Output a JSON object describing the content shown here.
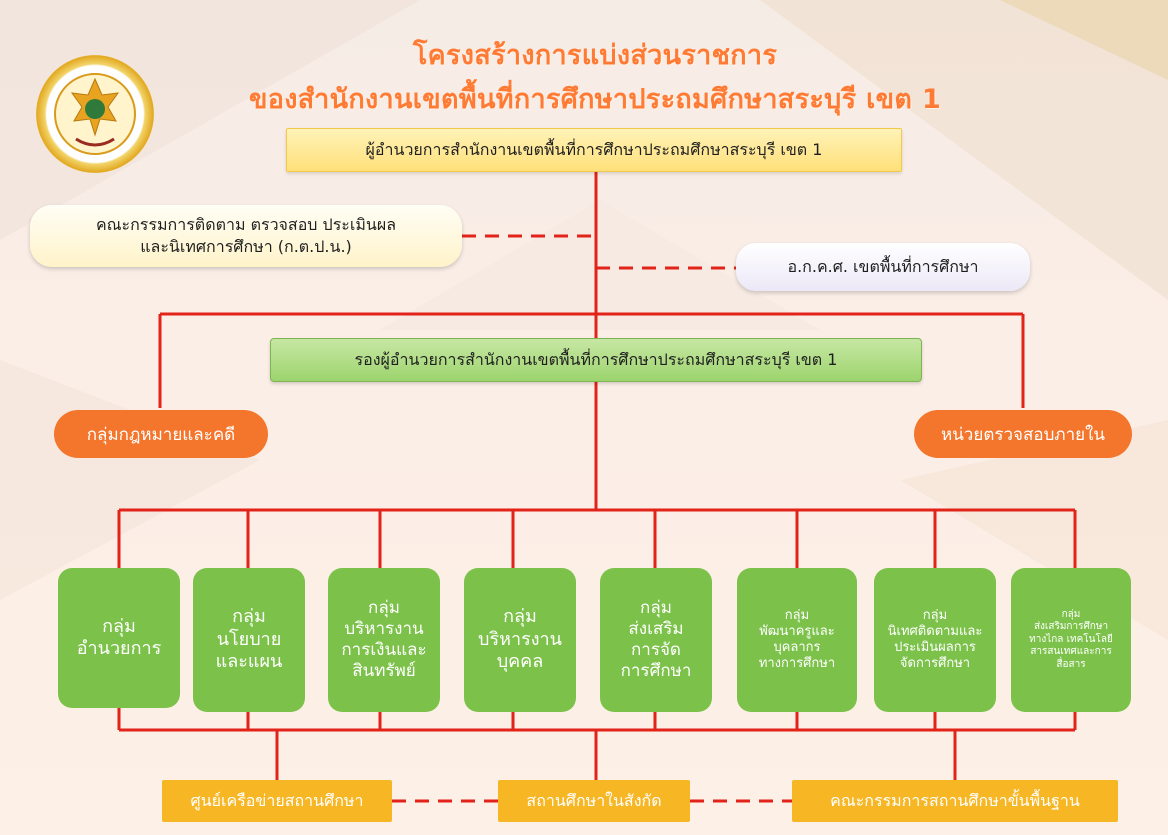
{
  "title": {
    "line1": "โครงสร้างการแบ่งส่วนราชการ",
    "line2": "ของสำนักงานเขตพื้นที่การศึกษาประถมศึกษาสระบุรี เขต 1"
  },
  "director": "ผู้อำนวยการสำนักงานเขตพื้นที่การศึกษาประถมศึกษาสระบุรี เขต 1",
  "committee": {
    "line1": "คณะกรรมการติดตาม ตรวจสอบ ประเมินผล",
    "line2": "และนิเทศการศึกษา (ก.ต.ป.น.)"
  },
  "okps": "อ.ก.ค.ศ. เขตพื้นที่การศึกษา",
  "deputy": "รองผู้อำนวยการสำนักงานเขตพื้นที่การศึกษาประถมศึกษาสระบุรี เขต 1",
  "law_group": "กลุ่มกฎหมายและคดี",
  "audit_unit": "หน่วยตรวจสอบภายใน",
  "groups": [
    {
      "lines": [
        "กลุ่ม",
        "อำนวยการ"
      ]
    },
    {
      "lines": [
        "กลุ่ม",
        "นโยบาย",
        "และแผน"
      ]
    },
    {
      "lines": [
        "กลุ่ม",
        "บริหารงาน",
        "การเงินและ",
        "สินทรัพย์"
      ]
    },
    {
      "lines": [
        "กลุ่ม",
        "บริหารงาน",
        "บุคคล"
      ]
    },
    {
      "lines": [
        "กลุ่ม",
        "ส่งเสริม",
        "การจัด",
        "การศึกษา"
      ]
    },
    {
      "lines": [
        "กลุ่ม",
        "พัฒนาครูและ",
        "บุคลากร",
        "ทางการศึกษา"
      ]
    },
    {
      "lines": [
        "กลุ่ม",
        "นิเทศติดตามและ",
        "ประเมินผลการ",
        "จัดการศึกษา"
      ]
    },
    {
      "lines": [
        "กลุ่ม",
        "ส่งเสริมการศึกษา",
        "ทางไกล เทคโนโลยี",
        "สารสนเทศและการ",
        "สื่อสาร"
      ]
    }
  ],
  "bottom": {
    "network": "ศูนย์เครือข่ายสถานศึกษา",
    "schools": "สถานศึกษาในสังกัด",
    "basic_board": "คณะกรรมการสถานศึกษาขั้นพื้นฐาน"
  },
  "colors": {
    "line": "#e2231a",
    "title": "#ff7a33",
    "orange_pill": "#f4762c",
    "green_card": "#7cc24a",
    "gold_box": "#f7b623"
  }
}
